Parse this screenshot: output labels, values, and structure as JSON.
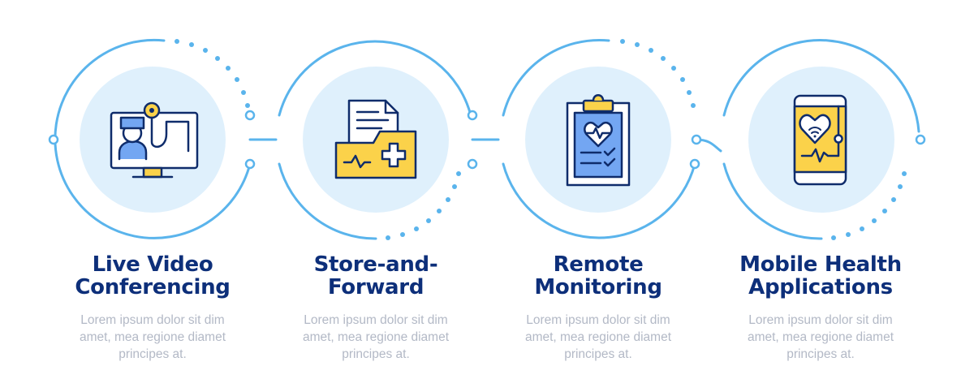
{
  "colors": {
    "ring": "#5ab4ec",
    "inner_fill": "#dff0fc",
    "icon_stroke": "#0f2c6b",
    "icon_yellow": "#fbd24a",
    "icon_blue": "#73a6f2",
    "title": "#0d2f7a",
    "desc": "#b3b9c6"
  },
  "steps": [
    {
      "icon": "video-conference-icon",
      "title_line1": "Live Video",
      "title_line2": "Conferencing",
      "desc_line1": "Lorem ipsum dolor sit dim",
      "desc_line2": "amet, mea regione diamet",
      "desc_line3": "principes at."
    },
    {
      "icon": "medical-folder-icon",
      "title_line1": "Store-and-",
      "title_line2": "Forward",
      "desc_line1": "Lorem ipsum dolor sit dim",
      "desc_line2": "amet, mea regione diamet",
      "desc_line3": "principes at."
    },
    {
      "icon": "clipboard-monitoring-icon",
      "title_line1": "Remote",
      "title_line2": "Monitoring",
      "desc_line1": "Lorem ipsum dolor sit dim",
      "desc_line2": "amet, mea regione diamet",
      "desc_line3": "principes at."
    },
    {
      "icon": "mobile-health-app-icon",
      "title_line1": "Mobile Health",
      "title_line2": "Applications",
      "desc_line1": "Lorem ipsum dolor sit dim",
      "desc_line2": "amet, mea regione diamet",
      "desc_line3": "principes at."
    }
  ]
}
